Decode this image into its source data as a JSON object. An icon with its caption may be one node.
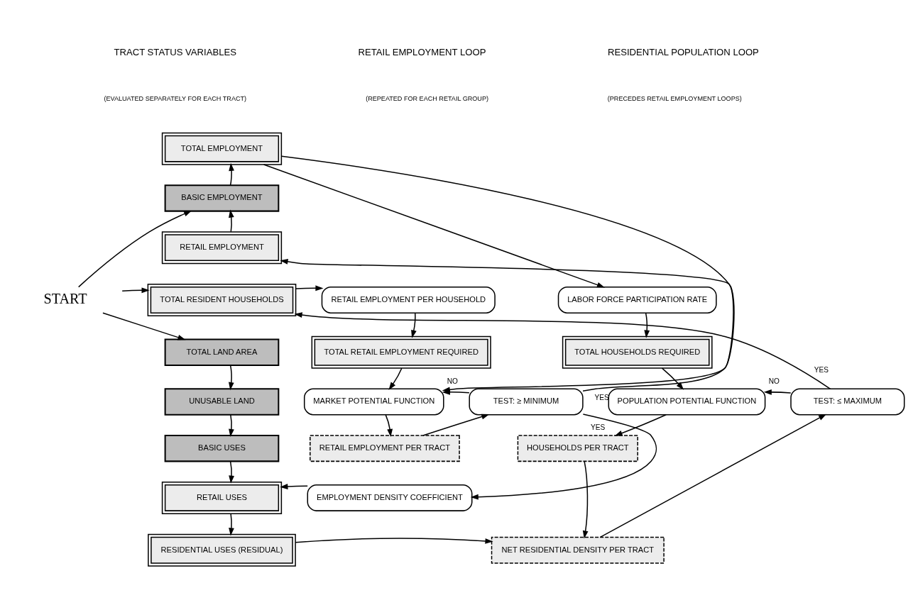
{
  "diagram": {
    "nodes": [
      {
        "text": [
          "START"
        ]
      },
      {
        "text": [
          "TOTAL EMPLOYMENT"
        ]
      },
      {
        "text": [
          "BASIC EMPLOYMENT"
        ]
      },
      {
        "text": [
          "RETAIL EMPLOYMENT"
        ]
      },
      {
        "text": [
          "TOTAL RESIDENT HOUSEHOLDS"
        ]
      },
      {
        "text": [
          "TOTAL LAND AREA"
        ]
      },
      {
        "text": [
          "UNUSABLE LAND"
        ]
      },
      {
        "text": [
          "BASIC USES"
        ]
      },
      {
        "text": [
          "RETAIL USES"
        ]
      },
      {
        "text": [
          "RESIDENTIAL USES (RESIDUAL)"
        ]
      },
      {
        "text": [
          "RETAIL EMPLOYMENT PER HOUSEHOLD"
        ]
      },
      {
        "text": [
          "TOTAL RETAIL EMPLOYMENT REQUIRED"
        ]
      },
      {
        "text": [
          "MARKET POTENTIAL FUNCTION"
        ]
      },
      {
        "text": [
          "TEST: ≥ MINIMUM"
        ]
      },
      {
        "text": [
          "RETAIL EMPLOYMENT PER TRACT"
        ]
      },
      {
        "text": [
          "EMPLOYMENT DENSITY COEFFICIENT"
        ]
      },
      {
        "text": [
          "LABOR FORCE PARTICIPATION RATE"
        ]
      },
      {
        "text": [
          "TOTAL HOUSEHOLDS REQUIRED"
        ]
      },
      {
        "text": [
          "POPULATION POTENTIAL FUNCTION"
        ]
      },
      {
        "text": [
          "TEST: ≤ MAXIMUM"
        ]
      },
      {
        "text": [
          "HOUSEHOLDS PER TRACT"
        ]
      },
      {
        "text": [
          "NET RESIDENTIAL DENSITY PER TRACT"
        ]
      }
    ],
    "edges": [
      {
        "from": 0,
        "to": 2,
        "arrow": "to"
      },
      {
        "from": 0,
        "to": 4,
        "arrow": "to"
      },
      {
        "from": 0,
        "to": 5,
        "arrow": "to"
      },
      {
        "from": 2,
        "to": 1,
        "arrow": "to"
      },
      {
        "from": 3,
        "to": 2,
        "arrow": "to"
      },
      {
        "from": 1,
        "to": 12,
        "arrow": "to"
      },
      {
        "from": 1,
        "to": 16,
        "arrow": "to"
      },
      {
        "from": 4,
        "to": 10,
        "arrow": "to"
      },
      {
        "from": 10,
        "to": 11,
        "arrow": "to"
      },
      {
        "from": 11,
        "to": 12,
        "arrow": "to"
      },
      {
        "from": 12,
        "to": 14,
        "arrow": "to"
      },
      {
        "from": 14,
        "to": 13,
        "arrow": "to"
      },
      {
        "from": 13,
        "to": 12,
        "arrow": "to",
        "label": "NO"
      },
      {
        "from": 13,
        "to": 3,
        "arrow": "to",
        "label": "YES"
      },
      {
        "from": 13,
        "to": 15,
        "arrow": "to",
        "label": "YES"
      },
      {
        "from": 15,
        "to": 8,
        "arrow": "to"
      },
      {
        "from": 5,
        "to": 6,
        "arrow": "to"
      },
      {
        "from": 6,
        "to": 7,
        "arrow": "to"
      },
      {
        "from": 7,
        "to": 8,
        "arrow": "to"
      },
      {
        "from": 8,
        "to": 9,
        "arrow": "to"
      },
      {
        "from": 9,
        "to": 21,
        "arrow": "to"
      },
      {
        "from": 16,
        "to": 17,
        "arrow": "to"
      },
      {
        "from": 17,
        "to": 18,
        "arrow": "to"
      },
      {
        "from": 18,
        "to": 20,
        "arrow": "to"
      },
      {
        "from": 20,
        "to": 21,
        "arrow": "to"
      },
      {
        "from": 21,
        "to": 19,
        "arrow": "to"
      },
      {
        "from": 19,
        "to": 18,
        "arrow": "to",
        "label": "NO"
      },
      {
        "from": 19,
        "to": 4,
        "arrow": "to",
        "label": "YES"
      }
    ],
    "labels": [
      "TRACT STATUS VARIABLES",
      "(EVALUATED SEPARATELY FOR EACH TRACT)",
      "RETAIL EMPLOYMENT LOOP",
      "(REPEATED FOR EACH RETAIL GROUP)",
      "RESIDENTIAL POPULATION LOOP",
      "(PRECEDES RETAIL EMPLOYMENT LOOPS)"
    ]
  }
}
